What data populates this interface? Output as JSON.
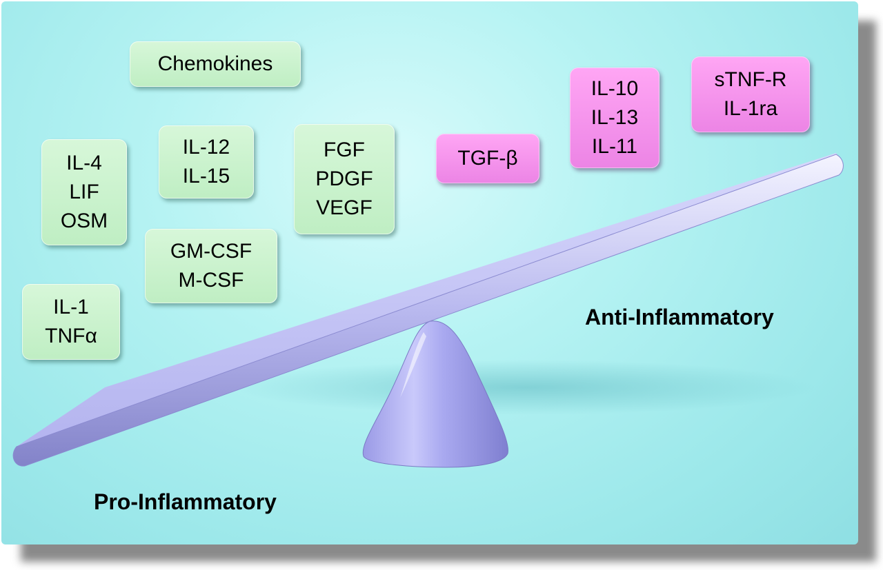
{
  "labels": {
    "pro": "Pro-Inflammatory",
    "anti": "Anti-Inflammatory"
  },
  "pro_boxes": {
    "chemokines": [
      "Chemokines"
    ],
    "il4_lif_osm": [
      "IL-4",
      "LIF",
      "OSM"
    ],
    "il12_il15": [
      "IL-12",
      "IL-15"
    ],
    "fgf_pdgf_vegf": [
      "FGF",
      "PDGF",
      "VEGF"
    ],
    "gmcsf_mcsf": [
      "GM-CSF",
      "M-CSF"
    ],
    "il1_tnf": [
      "IL-1",
      "TNFα"
    ]
  },
  "anti_boxes": {
    "tgf": [
      "TGF-β"
    ],
    "il10_il13_il11": [
      "IL-10",
      "IL-13",
      "IL-11"
    ],
    "stnfr_il1ra": [
      "sTNF-R",
      "IL-1ra"
    ]
  },
  "colors": {
    "background": "#aef0f1",
    "pro_box": "#c4efc7",
    "anti_box": "#f58ded",
    "beam": "#b7b7f2",
    "fulcrum": "#a7a7ee"
  }
}
